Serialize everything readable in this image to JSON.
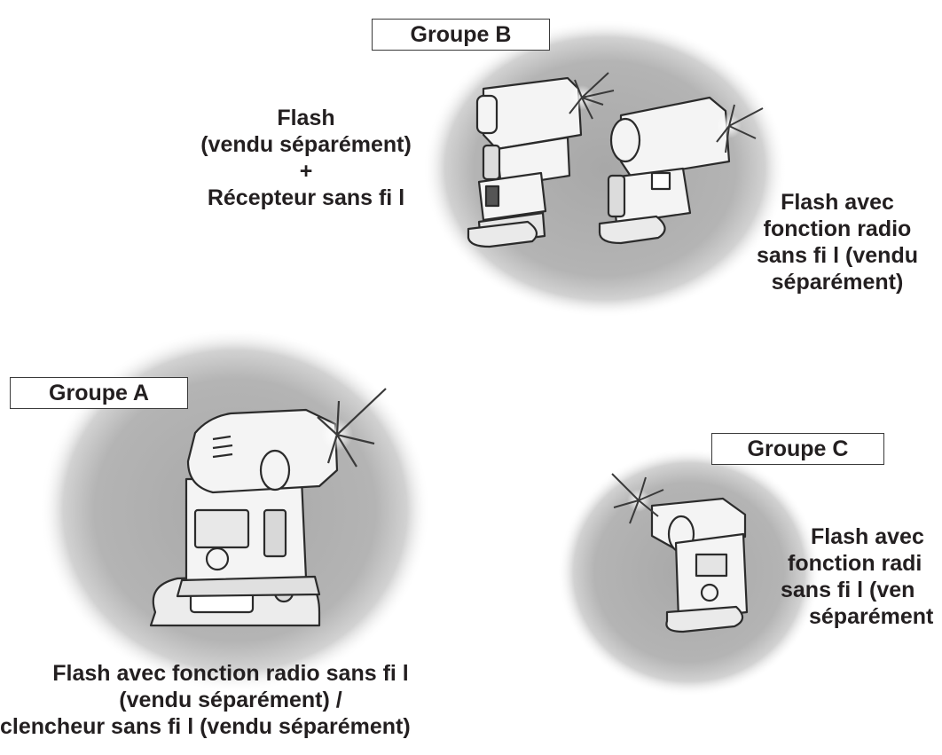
{
  "groups": {
    "b": {
      "label": "Groupe B"
    },
    "a": {
      "label": "Groupe A"
    },
    "c": {
      "label": "Groupe C"
    }
  },
  "captions": {
    "b_left": [
      "Flash",
      "(vendu séparément)",
      "+",
      "Récepteur sans fi l"
    ],
    "b_right": [
      "Flash avec",
      "fonction radio",
      "sans fi l (vendu",
      "séparément)"
    ],
    "a_bottom": [
      "Flash avec fonction radio sans fi l",
      "(vendu séparément) /",
      "clencheur sans fi l (vendu séparément)"
    ],
    "c_right": [
      "Flash avec",
      "fonction radi",
      "sans fi l (ven",
      "séparément"
    ]
  },
  "icons": [
    "flash-unit-icon",
    "wireless-receiver-icon",
    "camera-body-icon",
    "flash-burst-icon"
  ],
  "colors": {
    "halo": "#9a9a9a",
    "line": "#2b2b2b",
    "body": "#f4f4f4",
    "text": "#231f20"
  }
}
